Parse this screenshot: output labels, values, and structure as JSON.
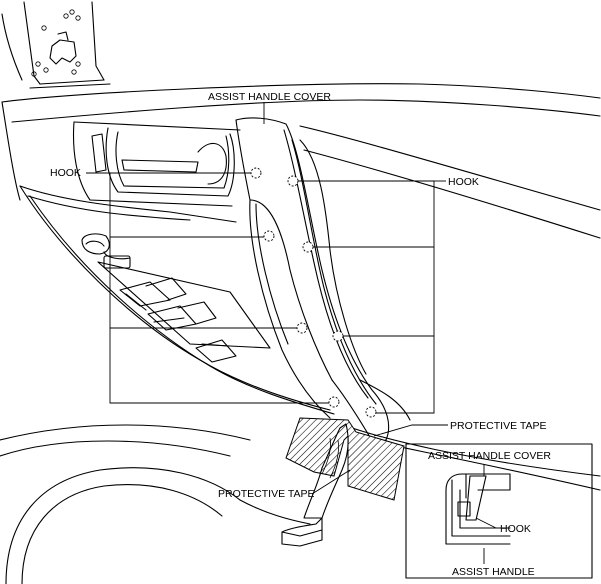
{
  "labels": {
    "assist_handle_cover": "ASSIST HANDLE COVER",
    "hook_left": "HOOK",
    "hook_right": "HOOK",
    "protective_tape_right": "PROTECTIVE TAPE",
    "protective_tape_left": "PROTECTIVE TAPE",
    "detail_assist_handle_cover": "ASSIST HANDLE COVER",
    "detail_hook": "HOOK",
    "detail_assist_handle": "ASSIST HANDLE"
  }
}
